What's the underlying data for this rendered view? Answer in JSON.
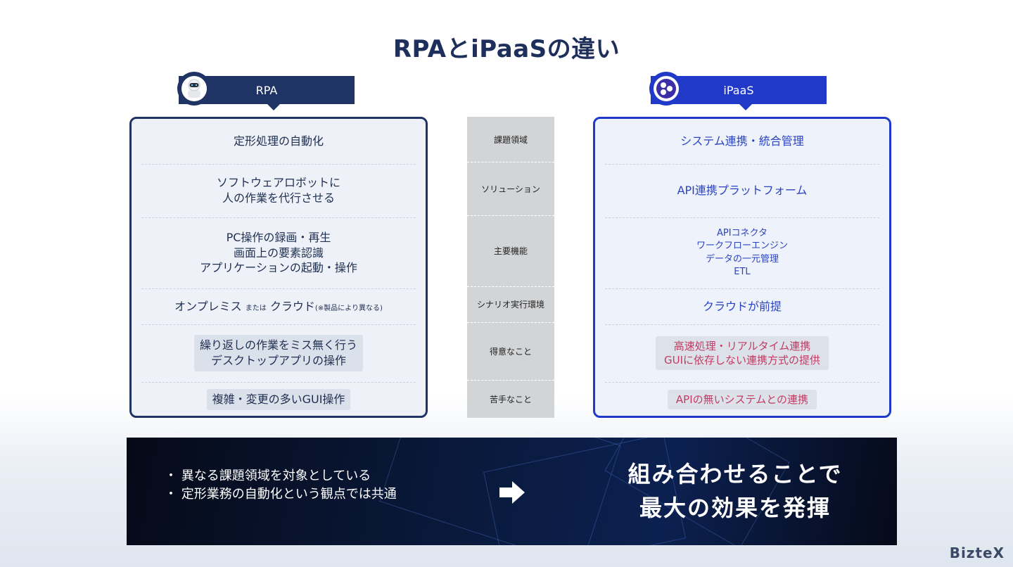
{
  "title": "RPAとiPaaSの違い",
  "rpa": {
    "header": "RPA",
    "badge_icon": "robot-icon",
    "rows": {
      "r1": "定形処理の自動化",
      "r2_line1": "ソフトウェアロボットに",
      "r2_line2": "人の作業を代行させる",
      "r3_line1": "PC操作の録画・再生",
      "r3_line2": "画面上の要素認識",
      "r3_line3": "アプリケーションの起動・操作",
      "r4_main1": "オンプレミス",
      "r4_or": "または",
      "r4_main2": "クラウド",
      "r4_note": "(※製品により異なる)",
      "r5_line1": "繰り返しの作業をミス無く行う",
      "r5_line2": "デスクトップアプリの操作",
      "r6": "複雑・変更の多いGUI操作"
    }
  },
  "categories": {
    "c1": "課題領域",
    "c2": "ソリューション",
    "c3": "主要機能",
    "c4": "シナリオ実行環境",
    "c5": "得意なこと",
    "c6": "苦手なこと"
  },
  "ipaas": {
    "header": "iPaaS",
    "badge_icon": "integration-icon",
    "rows": {
      "r1": "システム連携・統合管理",
      "r2": "API連携プラットフォーム",
      "r3_line1": "APIコネクタ",
      "r3_line2": "ワークフローエンジン",
      "r3_line3": "データの一元管理",
      "r3_line4": "ETL",
      "r4": "クラウドが前提",
      "r5_line1": "高速処理・リアルタイム連携",
      "r5_line2": "GUIに依存しない連携方式の提供",
      "r6": "APIの無いシステムとの連携"
    }
  },
  "banner": {
    "point1": "異なる課題領域を対象としている",
    "point2": "定形業務の自動化という観点では共通",
    "arrow_icon": "arrow-right-icon",
    "message_line1": "組み合わせることで",
    "message_line2": "最大の効果を発揮"
  },
  "logo": "BizteX",
  "colors": {
    "rpa_navy": "#1f3364",
    "ipaas_blue": "#2039c8",
    "weakness_red": "#c23a62"
  }
}
